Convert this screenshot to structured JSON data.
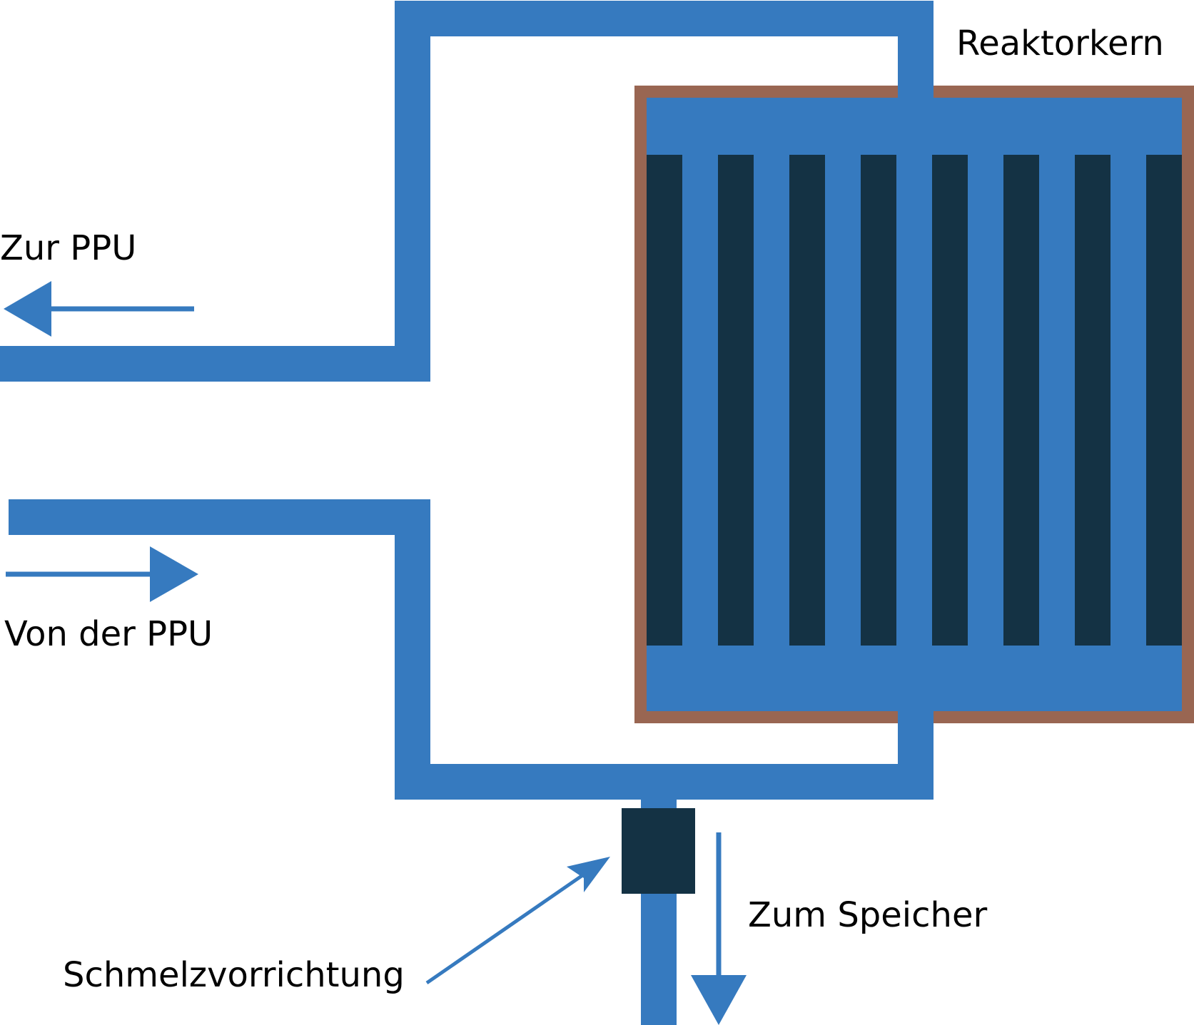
{
  "labels": {
    "reactor_core": "Reaktorkern",
    "to_ppu": "Zur PPU",
    "from_ppu": "Von der PPU",
    "to_storage": "Zum Speicher",
    "freeze_valve": "Schmelzvorrichtung"
  },
  "colors": {
    "pipe": "#367ABF",
    "vessel_wall": "#996652",
    "fuel_channel": "#143244",
    "freeze_plug": "#143244",
    "text": "#000000"
  },
  "fuel_channel_count": 8
}
